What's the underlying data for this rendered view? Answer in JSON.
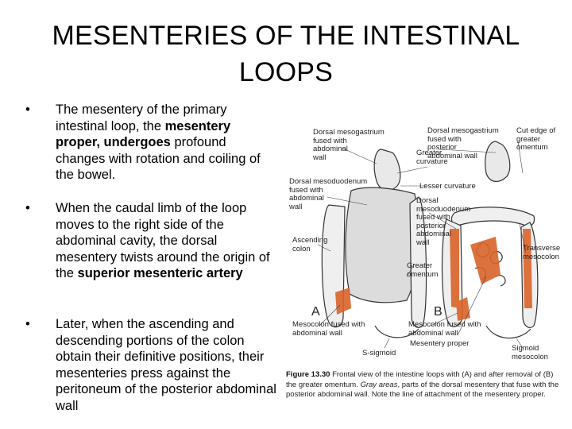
{
  "title": "MESENTERIES OF THE INTESTINAL LOOPS",
  "title_line1": "MESENTERIES OF THE INTESTINAL",
  "title_line2": "LOOPS",
  "bullet_symbol": "•",
  "bullets": [
    {
      "part1": "The mesentery of the primary intestinal loop, the ",
      "bold1": "mesentery proper, undergoes",
      "part2": " profound changes with rotation and coiling of the bowel."
    },
    {
      "part1": "When the caudal limb of the loop moves to the right side of the abdominal cavity, the dorsal mesentery twists around the origin of the ",
      "bold1": "superior mesenteric artery",
      "part2": ""
    },
    {
      "part1": "Later, when the ascending and descending portions of the colon obtain their definitive positions, their mesenteries press against the peritoneum of the posterior abdominal wall",
      "bold1": "",
      "part2": ""
    }
  ],
  "figure": {
    "labels": {
      "dorsal_mesogastrium_left": "Dorsal mesogastrium\nfused with\nabdominal\nwall",
      "dorsal_mesogastrium_right": "Dorsal mesogastrium\nfused with\nposterior\nabdominal wall",
      "cut_edge": "Cut edge of\ngreater omentum",
      "greater_curvature": "Greater\ncurvature",
      "lesser_curvature": "Lesser curvature",
      "dorsal_mesoduodenum_left": "Dorsal mesoduodenum\nfused with\nabdominal\nwall",
      "dorsal_mesoduodenum_right": "Dorsal\nmesoduodenum\nfused with\nposterior\nabdominal\nwall",
      "ascending_colon": "Ascending\ncolon",
      "transverse_mesocolon": "Transverse\nmesocolon",
      "greater_omentum": "Greater\nomentum",
      "mesocolon_left": "Mesocolon fused with\nabdominal wall",
      "mesocolon_right": "Mesocolon fused with\nabdominal wall",
      "mesentery_proper": "Mesentery proper",
      "s_sigmoid": "S-sigmoid",
      "sigmoid_mesocolon": "Sigmoid\nmesocolon",
      "panel_a": "A",
      "panel_b": "B"
    },
    "caption": {
      "fignum": "Figure 13.30",
      "text1": " Frontal view of the intestine loops with (A) and after removal of (B) the greater omentum. ",
      "italic": "Gray areas",
      "text2": ", parts of the dorsal mesentery that fuse with the posterior abdominal wall. Note the line of attachment of the mesentery proper."
    },
    "colors": {
      "mesentery_orange": "#d9632a",
      "line": "#333333",
      "omentum_gray": "#c8c8c8"
    }
  }
}
